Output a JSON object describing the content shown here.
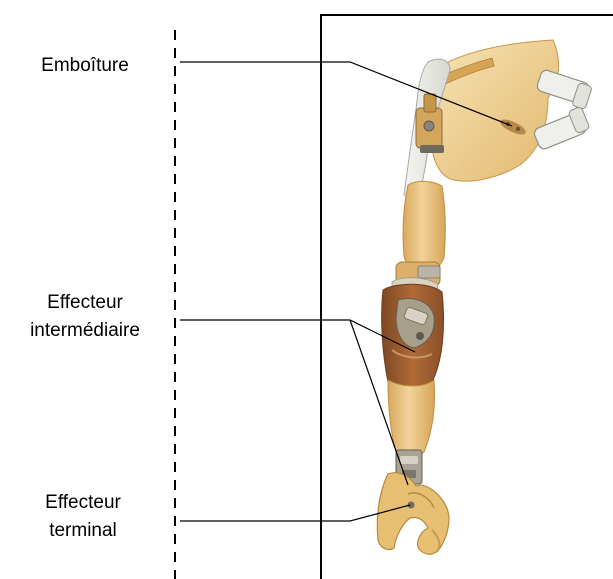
{
  "labels": {
    "socket": "Emboîture",
    "intermediate": {
      "line1": "Effecteur",
      "line2": "intermédiaire"
    },
    "terminal": {
      "line1": "Effecteur",
      "line2": "terminal"
    }
  },
  "colors": {
    "line": "#000000",
    "prosthesis_tan": "#e8c078",
    "prosthesis_light": "#f3dba8",
    "prosthesis_shadow": "#cf9f55",
    "forearm_brown": "#9a5a2e",
    "metal": "#8a8578",
    "clear_plastic": "#e4e4e0"
  }
}
